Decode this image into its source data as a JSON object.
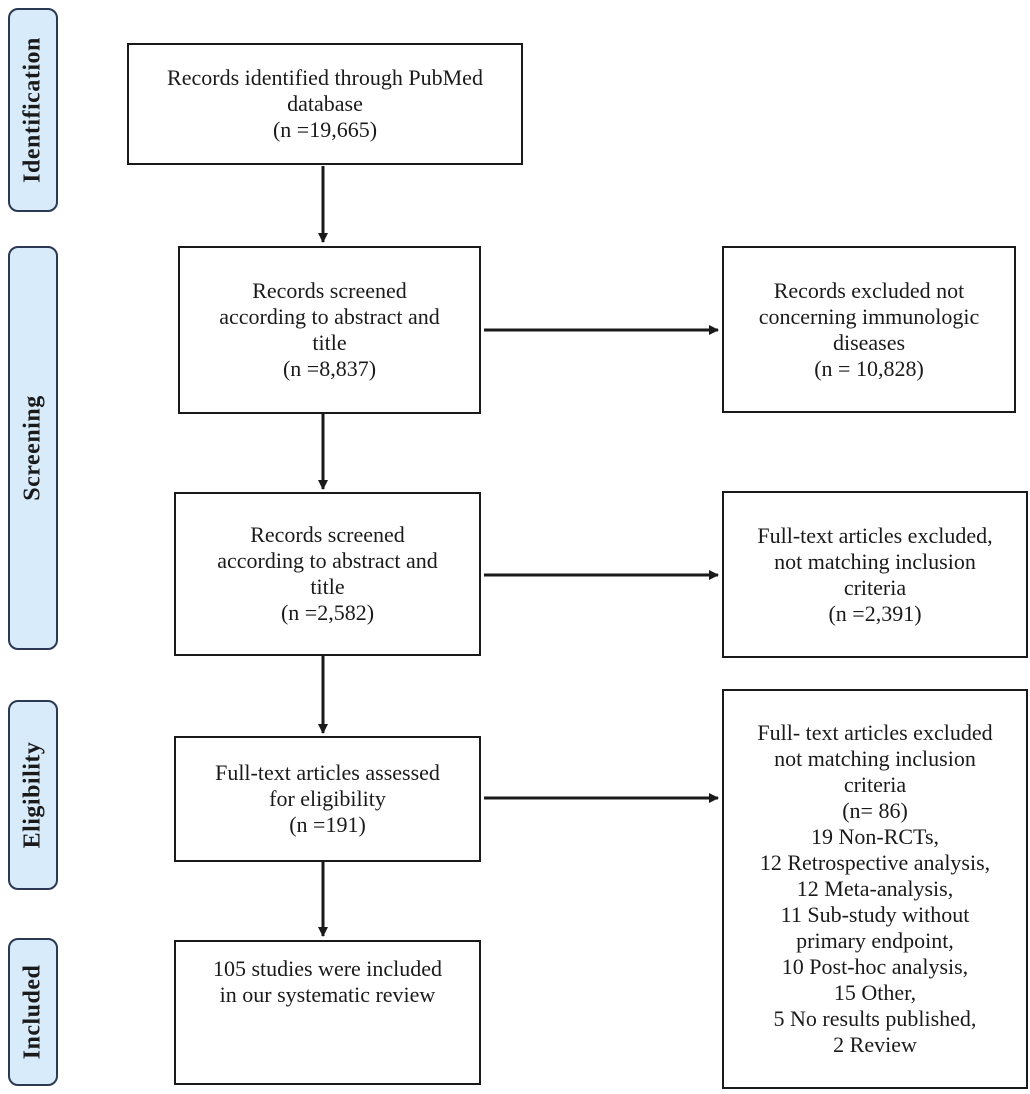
{
  "stages": {
    "identification": "Identification",
    "screening": "Screening",
    "eligibility": "Eligibility",
    "included": "Included"
  },
  "boxes": {
    "identified": {
      "lines": [
        "Records identified through PubMed",
        "database",
        "(n =19,665)"
      ]
    },
    "screened_1": {
      "lines": [
        "Records screened",
        "according to abstract and",
        "title",
        "(n =8,837)"
      ]
    },
    "excluded_1": {
      "lines": [
        "Records excluded not",
        "concerning immunologic",
        "diseases",
        "(n = 10,828)"
      ]
    },
    "screened_2": {
      "lines": [
        "Records screened",
        "according to abstract and",
        "title",
        "(n =2,582)"
      ]
    },
    "excluded_2": {
      "lines": [
        "Full-text articles excluded,",
        "not matching inclusion",
        "criteria",
        "(n =2,391)"
      ]
    },
    "assessed": {
      "lines": [
        "Full-text articles assessed",
        "for eligibility",
        "(n =191)"
      ]
    },
    "excluded_3": {
      "lines": [
        "Full- text articles excluded",
        "not matching inclusion",
        "criteria",
        "(n= 86)",
        "19 Non-RCTs,",
        "12 Retrospective analysis,",
        "12 Meta-analysis,",
        "11 Sub-study without",
        "primary endpoint,",
        "10 Post-hoc analysis,",
        "15 Other,",
        "5 No results published,",
        "2 Review"
      ]
    },
    "included": {
      "lines": [
        "105 studies were included",
        "in our systematic review"
      ]
    }
  }
}
